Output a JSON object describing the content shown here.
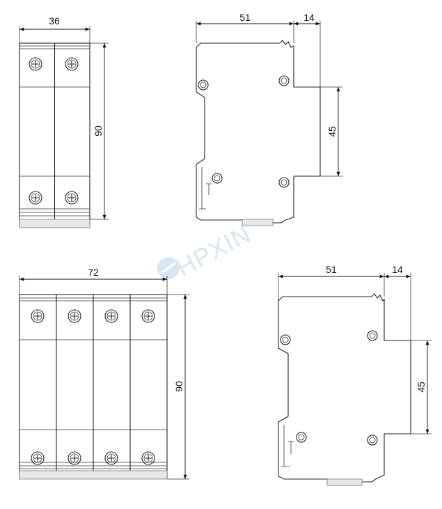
{
  "watermark": {
    "text": "HPXIN",
    "color": "#cfe2f0"
  },
  "views": {
    "front_2p": {
      "width_label": "36",
      "height_label": "90"
    },
    "side_top": {
      "depth_label": "51",
      "offset_label": "14",
      "rail_label": "45"
    },
    "front_4p": {
      "width_label": "72",
      "height_label": "90"
    },
    "side_bottom": {
      "depth_label": "51",
      "offset_label": "14",
      "rail_label": "45"
    }
  }
}
